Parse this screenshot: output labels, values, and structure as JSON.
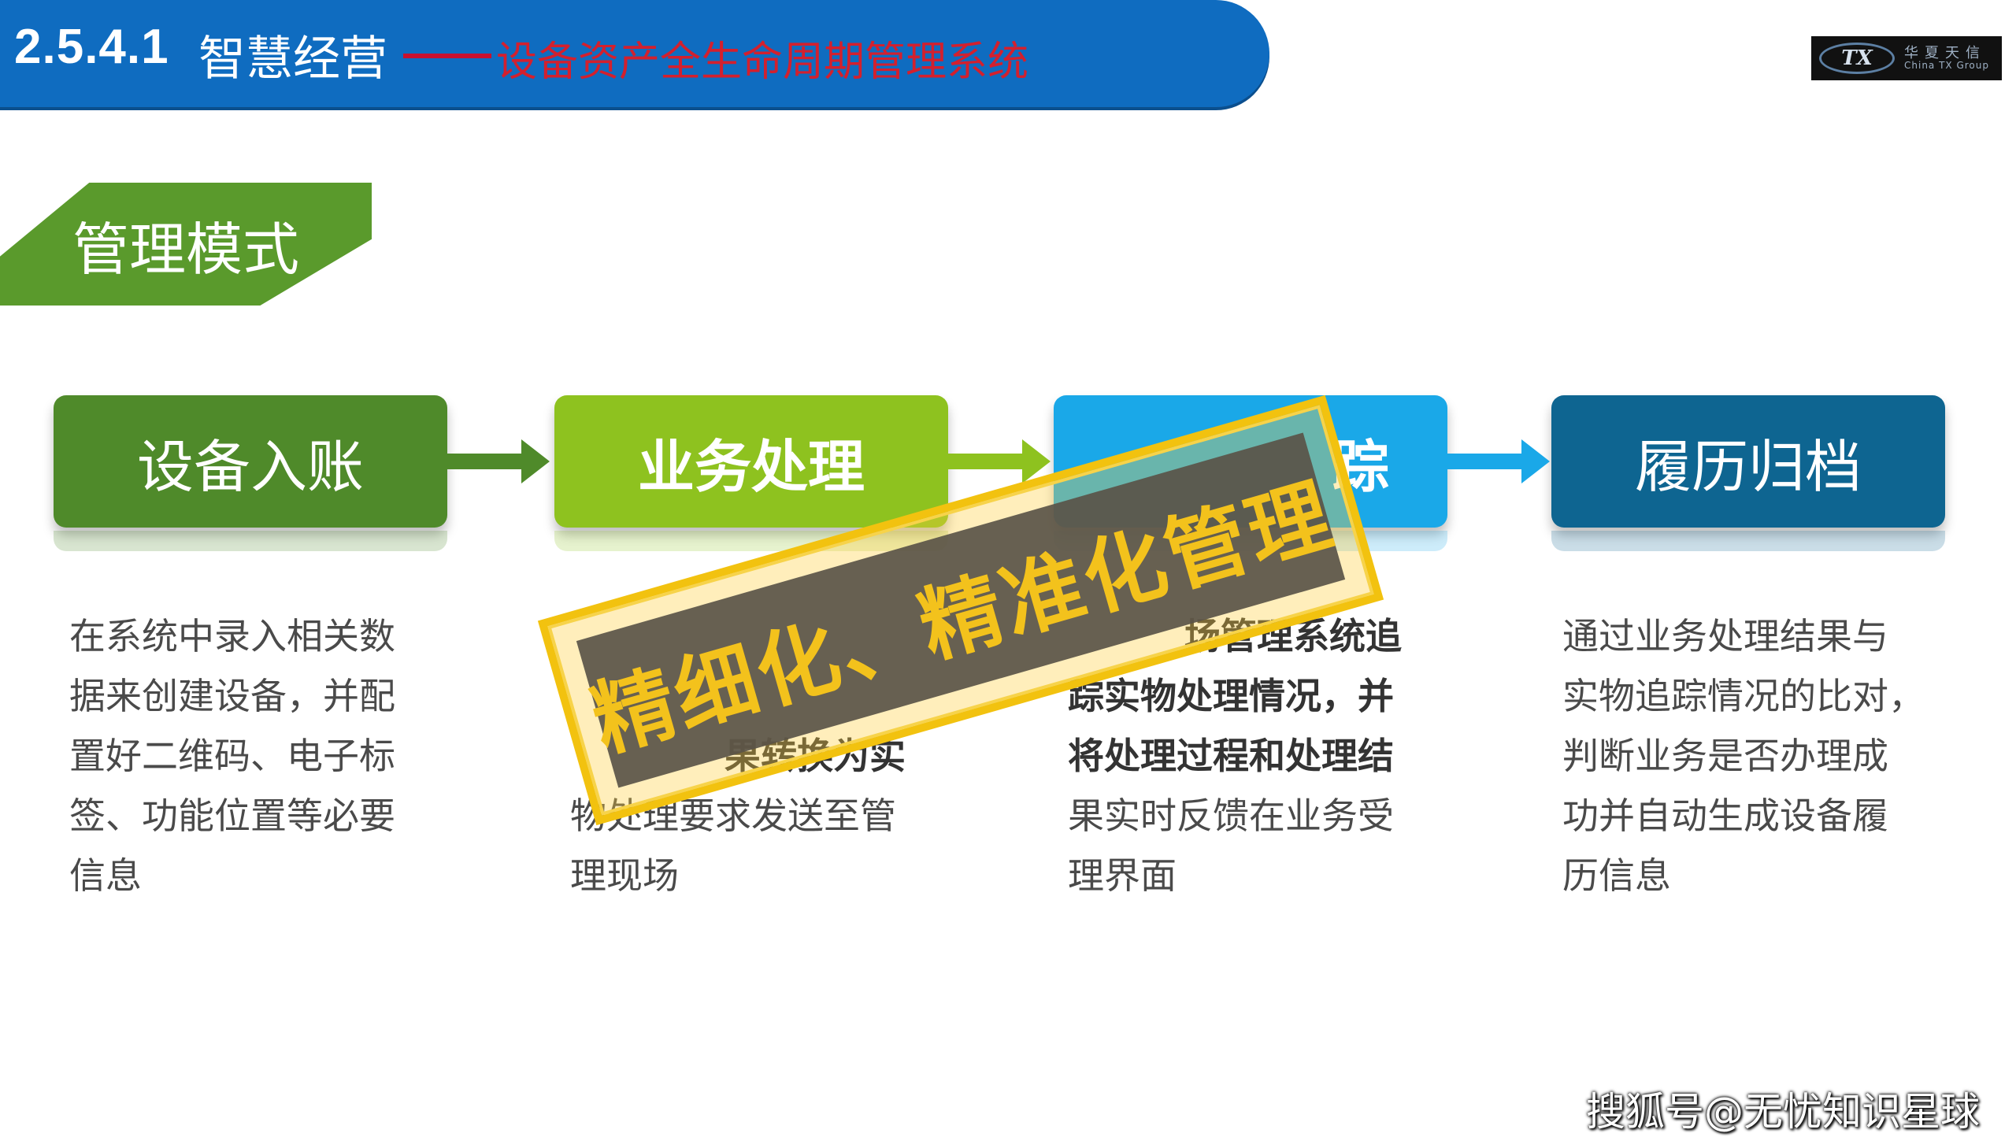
{
  "header": {
    "section_number": "2.5.4.1",
    "title": "智慧经营",
    "subtitle": "设备资产全生命周期管理系统",
    "banner_color": "#0f6cc0",
    "subtitle_color": "#d3202e"
  },
  "logo": {
    "mark": "TX",
    "name_cn": "华夏天信",
    "name_en": "China TX Group"
  },
  "section_tab": {
    "label": "管理模式",
    "color": "#5a9a2c"
  },
  "steps": [
    {
      "label": "设备入账",
      "color": "#4f8a2a",
      "description_lines": [
        "在系统中录入相关数",
        "据来创建设备，并配",
        "置好二维码、电子标",
        "签、功能位置等必要",
        "信息"
      ]
    },
    {
      "label": "业务处理",
      "color": "#8ec21f",
      "description_lines": [
        "",
        "",
        "果转换为实",
        "物处理要求发送至管",
        "理现场"
      ]
    },
    {
      "label": "踪",
      "color": "#1aa8e8",
      "description_lines": [
        "场管理系统追",
        "踪实物处理情况，并",
        "将处理过程和处理结",
        "果实时反馈在业务受",
        "理界面"
      ]
    },
    {
      "label": "履历归档",
      "color": "#0e6591",
      "description_lines": [
        "通过业务处理结果与",
        "实物追踪情况的比对，",
        "判断业务是否办理成",
        "功并自动生成设备履",
        "历信息"
      ]
    }
  ],
  "stamp": {
    "text": "精细化、精准化管理"
  },
  "watermark": {
    "text": "搜狐号@无忧知识星球"
  }
}
